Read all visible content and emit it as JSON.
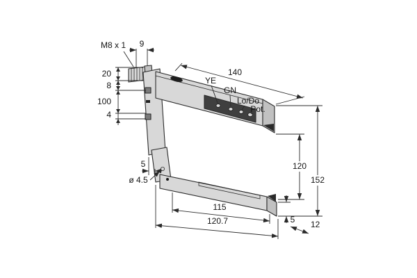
{
  "colors": {
    "background": "#ffffff",
    "line": "#2a2a2a",
    "body_fill": "#d8d8d8",
    "body_side_fill": "#c1c1c1",
    "panel_fill": "#3f3f3f",
    "window_fill": "#f0f0f0"
  },
  "connector": {
    "thread_label": "M8 x 1"
  },
  "indicators": {
    "yellow_led": "YE",
    "green_led": "GN",
    "light_dark_switch": "Lo/Do",
    "potentiometer": "Pot."
  },
  "dimensions": {
    "connector_length": "9",
    "housing_length": "140",
    "head_height": "20",
    "hole_offset": "8",
    "hole_spacing": "100",
    "hole_width": "4",
    "foot_width": "5",
    "hole_diameter": "ø 4.5",
    "slot_width": "120",
    "overall_height": "152",
    "arm_inner_length": "115",
    "arm_length": "120.7",
    "arm_thickness": "5",
    "housing_depth": "12"
  }
}
